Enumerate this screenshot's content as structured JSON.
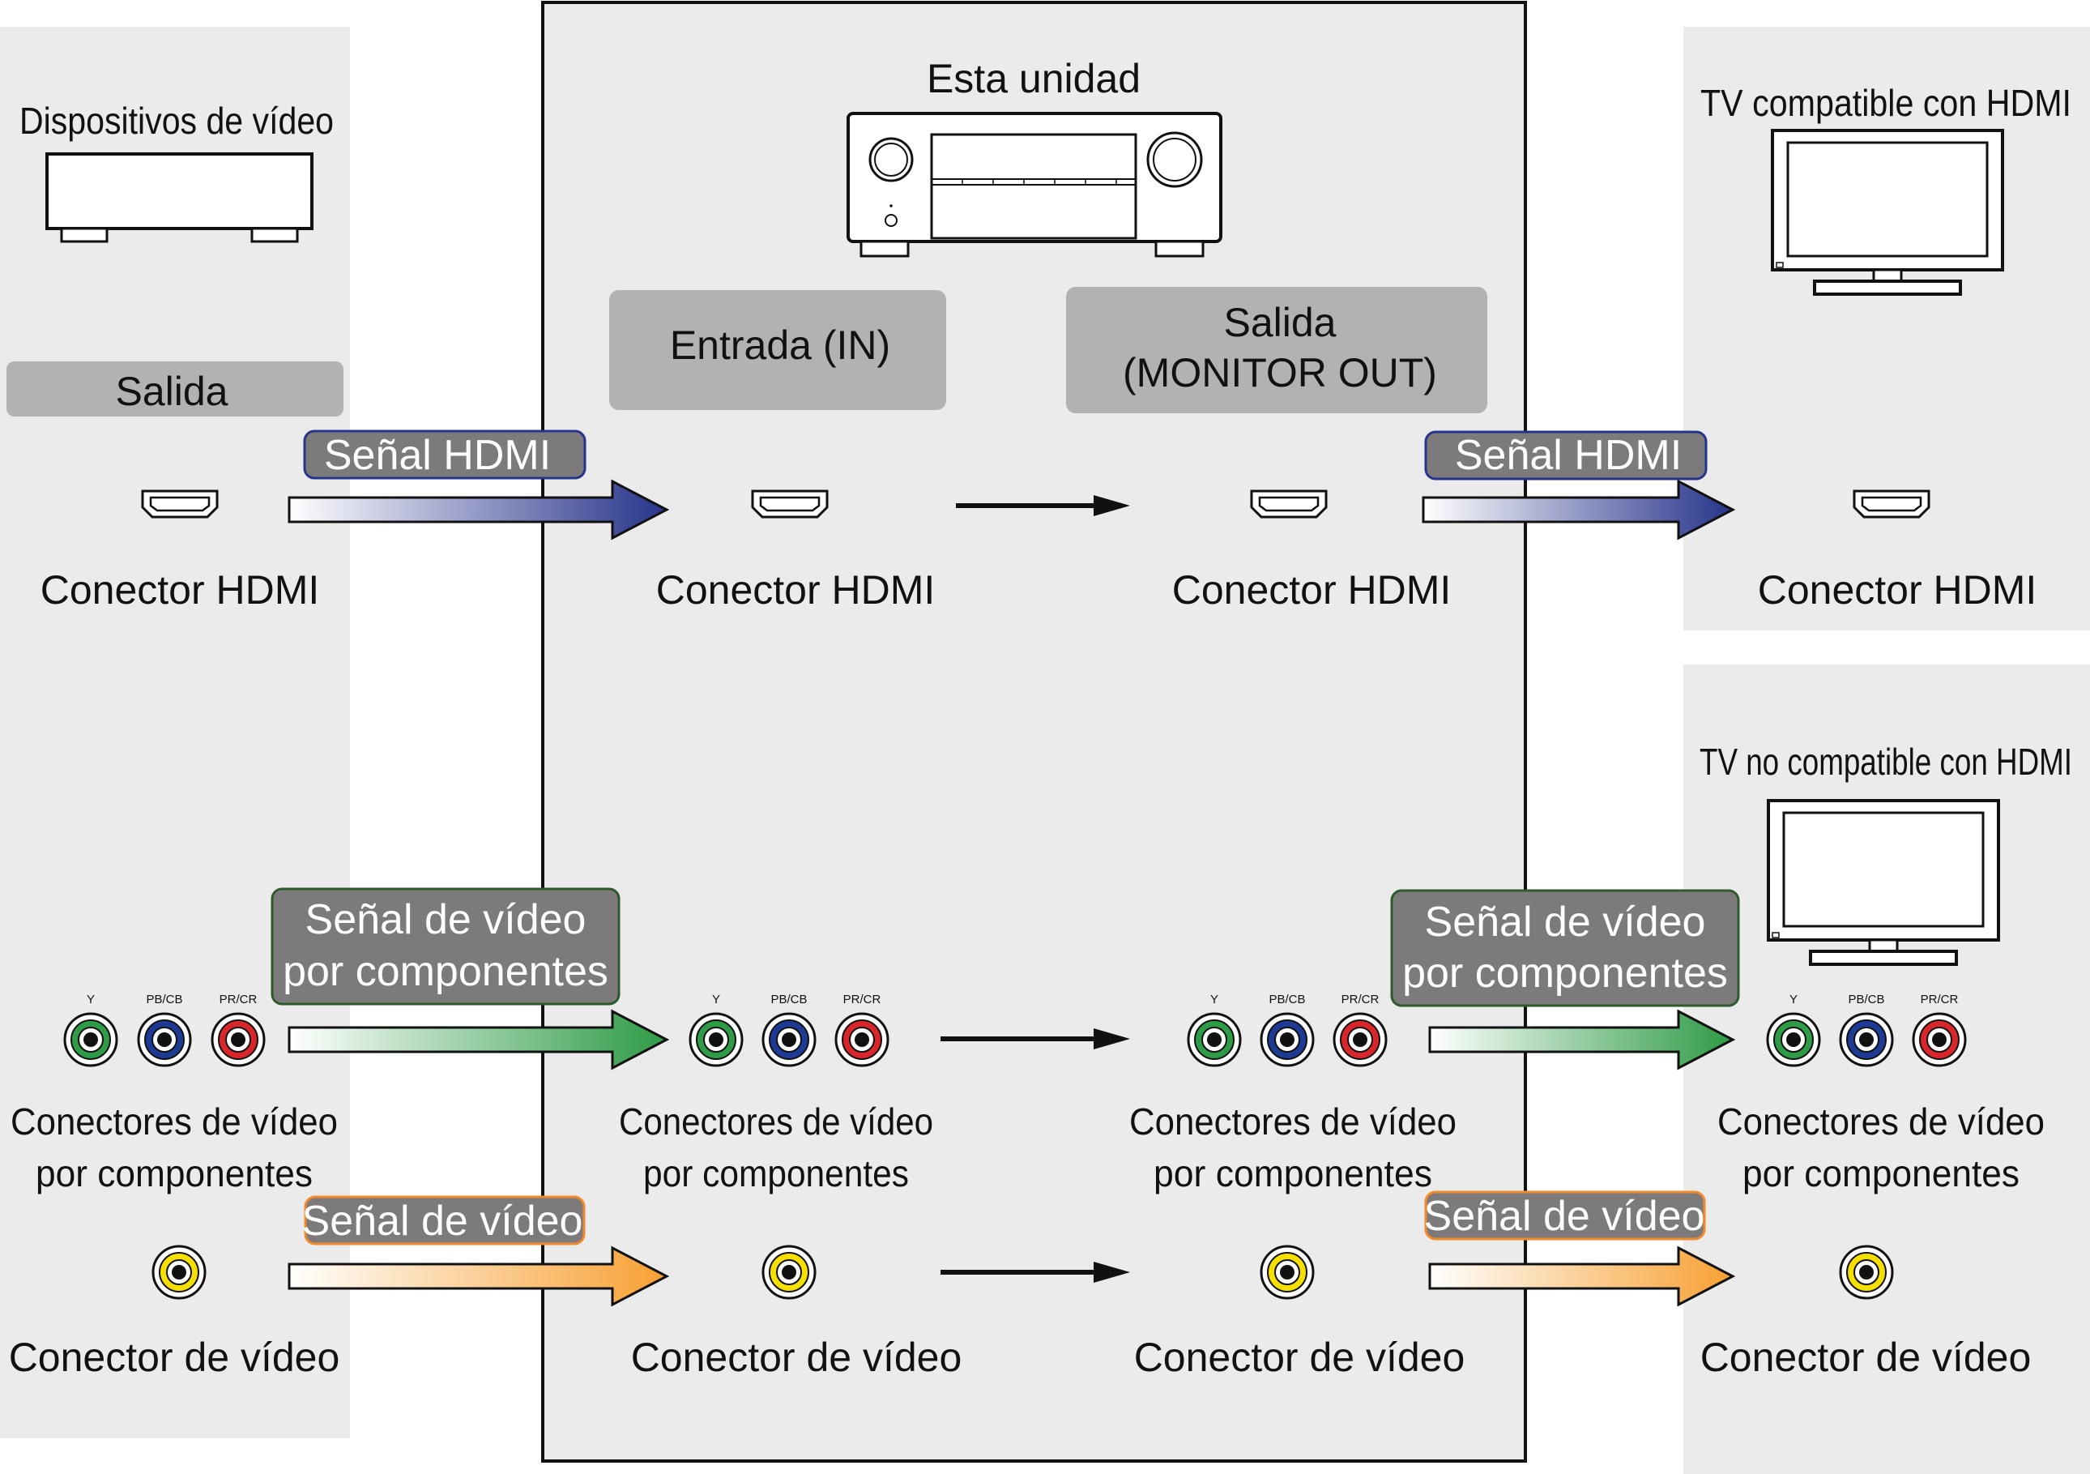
{
  "source_device": {
    "title": "Dispositivos de vídeo",
    "output_label": "Salida",
    "hdmi_connector": "Conector HDMI",
    "component_connectors": [
      "Conectores de vídeo",
      "por componentes"
    ],
    "video_connector": "Conector de vídeo"
  },
  "unit": {
    "title": "Esta unidad",
    "input_label": "Entrada (IN)",
    "output_label": [
      "Salida",
      "(MONITOR OUT)"
    ],
    "in_hdmi_connector": "Conector HDMI",
    "out_hdmi_connector": "Conector HDMI",
    "in_component_connectors": [
      "Conectores de vídeo",
      "por componentes"
    ],
    "out_component_connectors": [
      "Conectores de vídeo",
      "por componentes"
    ],
    "in_video_connector": "Conector de vídeo",
    "out_video_connector": "Conector de vídeo"
  },
  "hdmi_tv": {
    "title": "TV compatible con HDMI",
    "hdmi_connector": "Conector HDMI"
  },
  "non_hdmi_tv": {
    "title": "TV no compatible con HDMI",
    "component_connectors": [
      "Conectores de vídeo",
      "por componentes"
    ],
    "video_connector": "Conector de vídeo"
  },
  "signals": {
    "hdmi": "Señal HDMI",
    "component": [
      "Señal de vídeo",
      "por componentes"
    ],
    "composite": "Señal de vídeo"
  },
  "jack_labels": {
    "y": "Y",
    "pb": "PB/CB",
    "pr": "PR/CR"
  },
  "colors": {
    "panel": "#ebebeb",
    "label_box": "#b4b2b0",
    "signal_tag": "#7d7a7c",
    "hdmi_arrow": "#27348b",
    "component_arrow": "#2e9b46",
    "composite_arrow": "#f7a032",
    "hdmi_tag_border": "#27348b",
    "component_tag_border": "#2e5a2e",
    "composite_tag_border": "#f08a2a",
    "jack_y": "#2e9b46",
    "jack_pb": "#1d3a94",
    "jack_pr": "#d9262b",
    "jack_video": "#f4df00"
  }
}
